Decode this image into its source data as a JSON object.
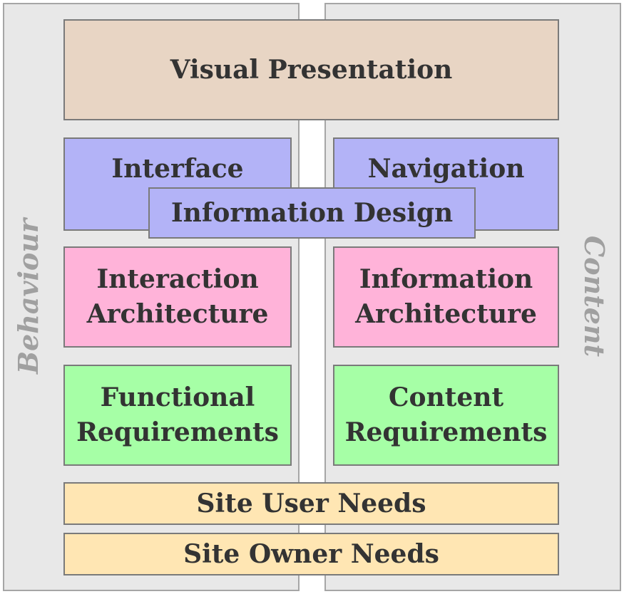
{
  "colors": {
    "panel_fill": "#e8e8e8",
    "panel_border": "#a6a6a6",
    "box_border": "#7a7a7a",
    "text": "#333333",
    "side_label": "#a0a0a0",
    "visual_presentation": "#e8d5c4",
    "interface_navigation_info_design": "#b3b3f7",
    "architecture": "#ffb3d9",
    "requirements": "#a6ffa6",
    "needs": "#ffe6b3"
  },
  "side_labels": {
    "left": "Behaviour",
    "right": "Content"
  },
  "boxes": {
    "visual_presentation": "Visual Presentation",
    "interface": "Interface",
    "navigation": "Navigation",
    "information_design": "Information Design",
    "interaction_architecture": [
      "Interaction",
      "Architecture"
    ],
    "information_architecture": [
      "Information",
      "Architecture"
    ],
    "functional_requirements": [
      "Functional",
      "Requirements"
    ],
    "content_requirements": [
      "Content",
      "Requirements"
    ],
    "site_user_needs": "Site User Needs",
    "site_owner_needs": "Site Owner Needs"
  }
}
